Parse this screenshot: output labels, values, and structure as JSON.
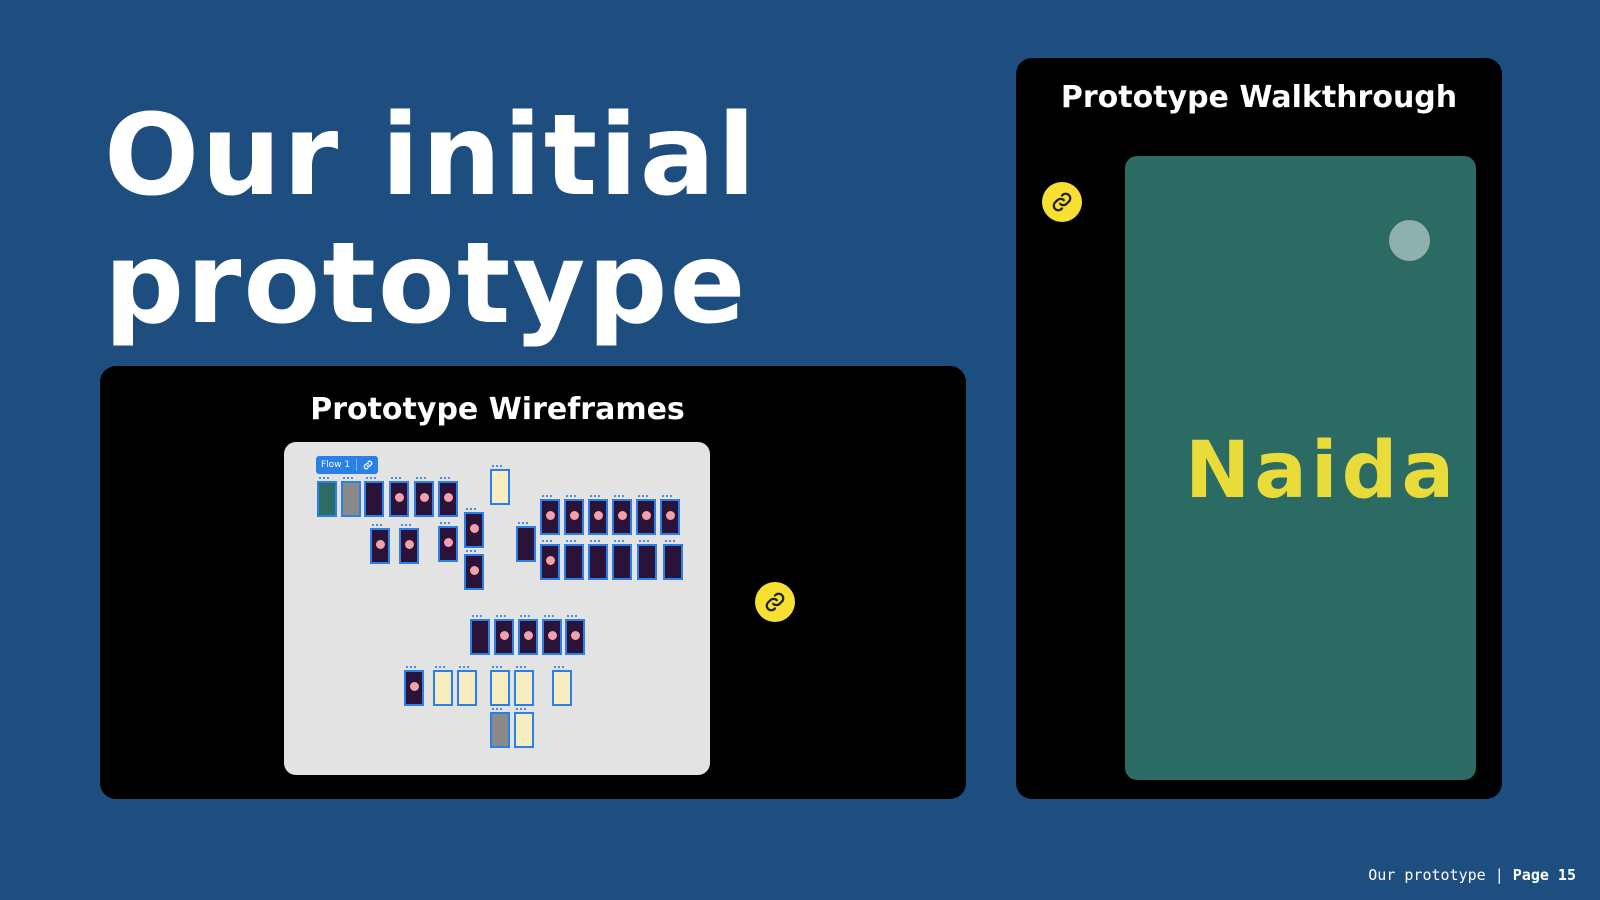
{
  "slide": {
    "title_line1": "Our initial",
    "title_line2": "prototype"
  },
  "wireframes": {
    "title": "Prototype Wireframes",
    "flow_label": "Flow 1",
    "link_icon": "link-icon"
  },
  "walkthrough": {
    "title": "Prototype Walkthrough",
    "app_logo": "Naida",
    "link_icon": "link-icon"
  },
  "footer": {
    "section": "Our prototype",
    "separator": "|",
    "page": "Page 15"
  },
  "colors": {
    "background": "#1d4e7f",
    "panel": "#000000",
    "accent_link": "#f7e032",
    "app_card": "#2b6b64",
    "logo": "#e9dc3a"
  }
}
